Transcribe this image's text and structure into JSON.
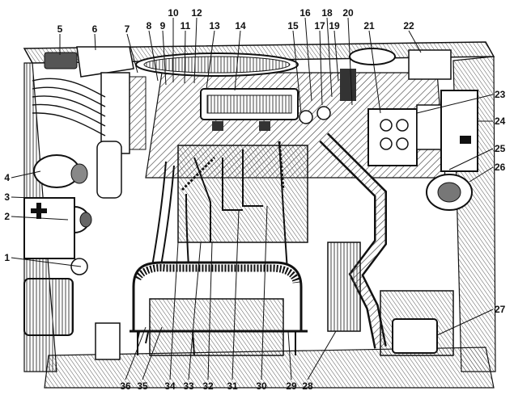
{
  "palette": {
    "ink": "#111111",
    "paper": "#ffffff",
    "shade": "#cfcfcf",
    "dark": "#555555"
  },
  "top_labels": [
    "5",
    "6",
    "7",
    "8",
    "9",
    "10",
    "11",
    "12",
    "13",
    "14",
    "15",
    "16",
    "17",
    "18",
    "19",
    "20",
    "21",
    "22"
  ],
  "right_labels": [
    "23",
    "24",
    "25",
    "26",
    "27"
  ],
  "left_labels": [
    "4",
    "3",
    "2",
    "1"
  ],
  "bottom_labels": [
    "36",
    "35",
    "34",
    "33",
    "32",
    "31",
    "30",
    "29",
    "28"
  ],
  "icons": [
    "first-aid-kit-icon",
    "seat-frame-icon",
    "instrument-panel-icon",
    "periscope-icon"
  ]
}
